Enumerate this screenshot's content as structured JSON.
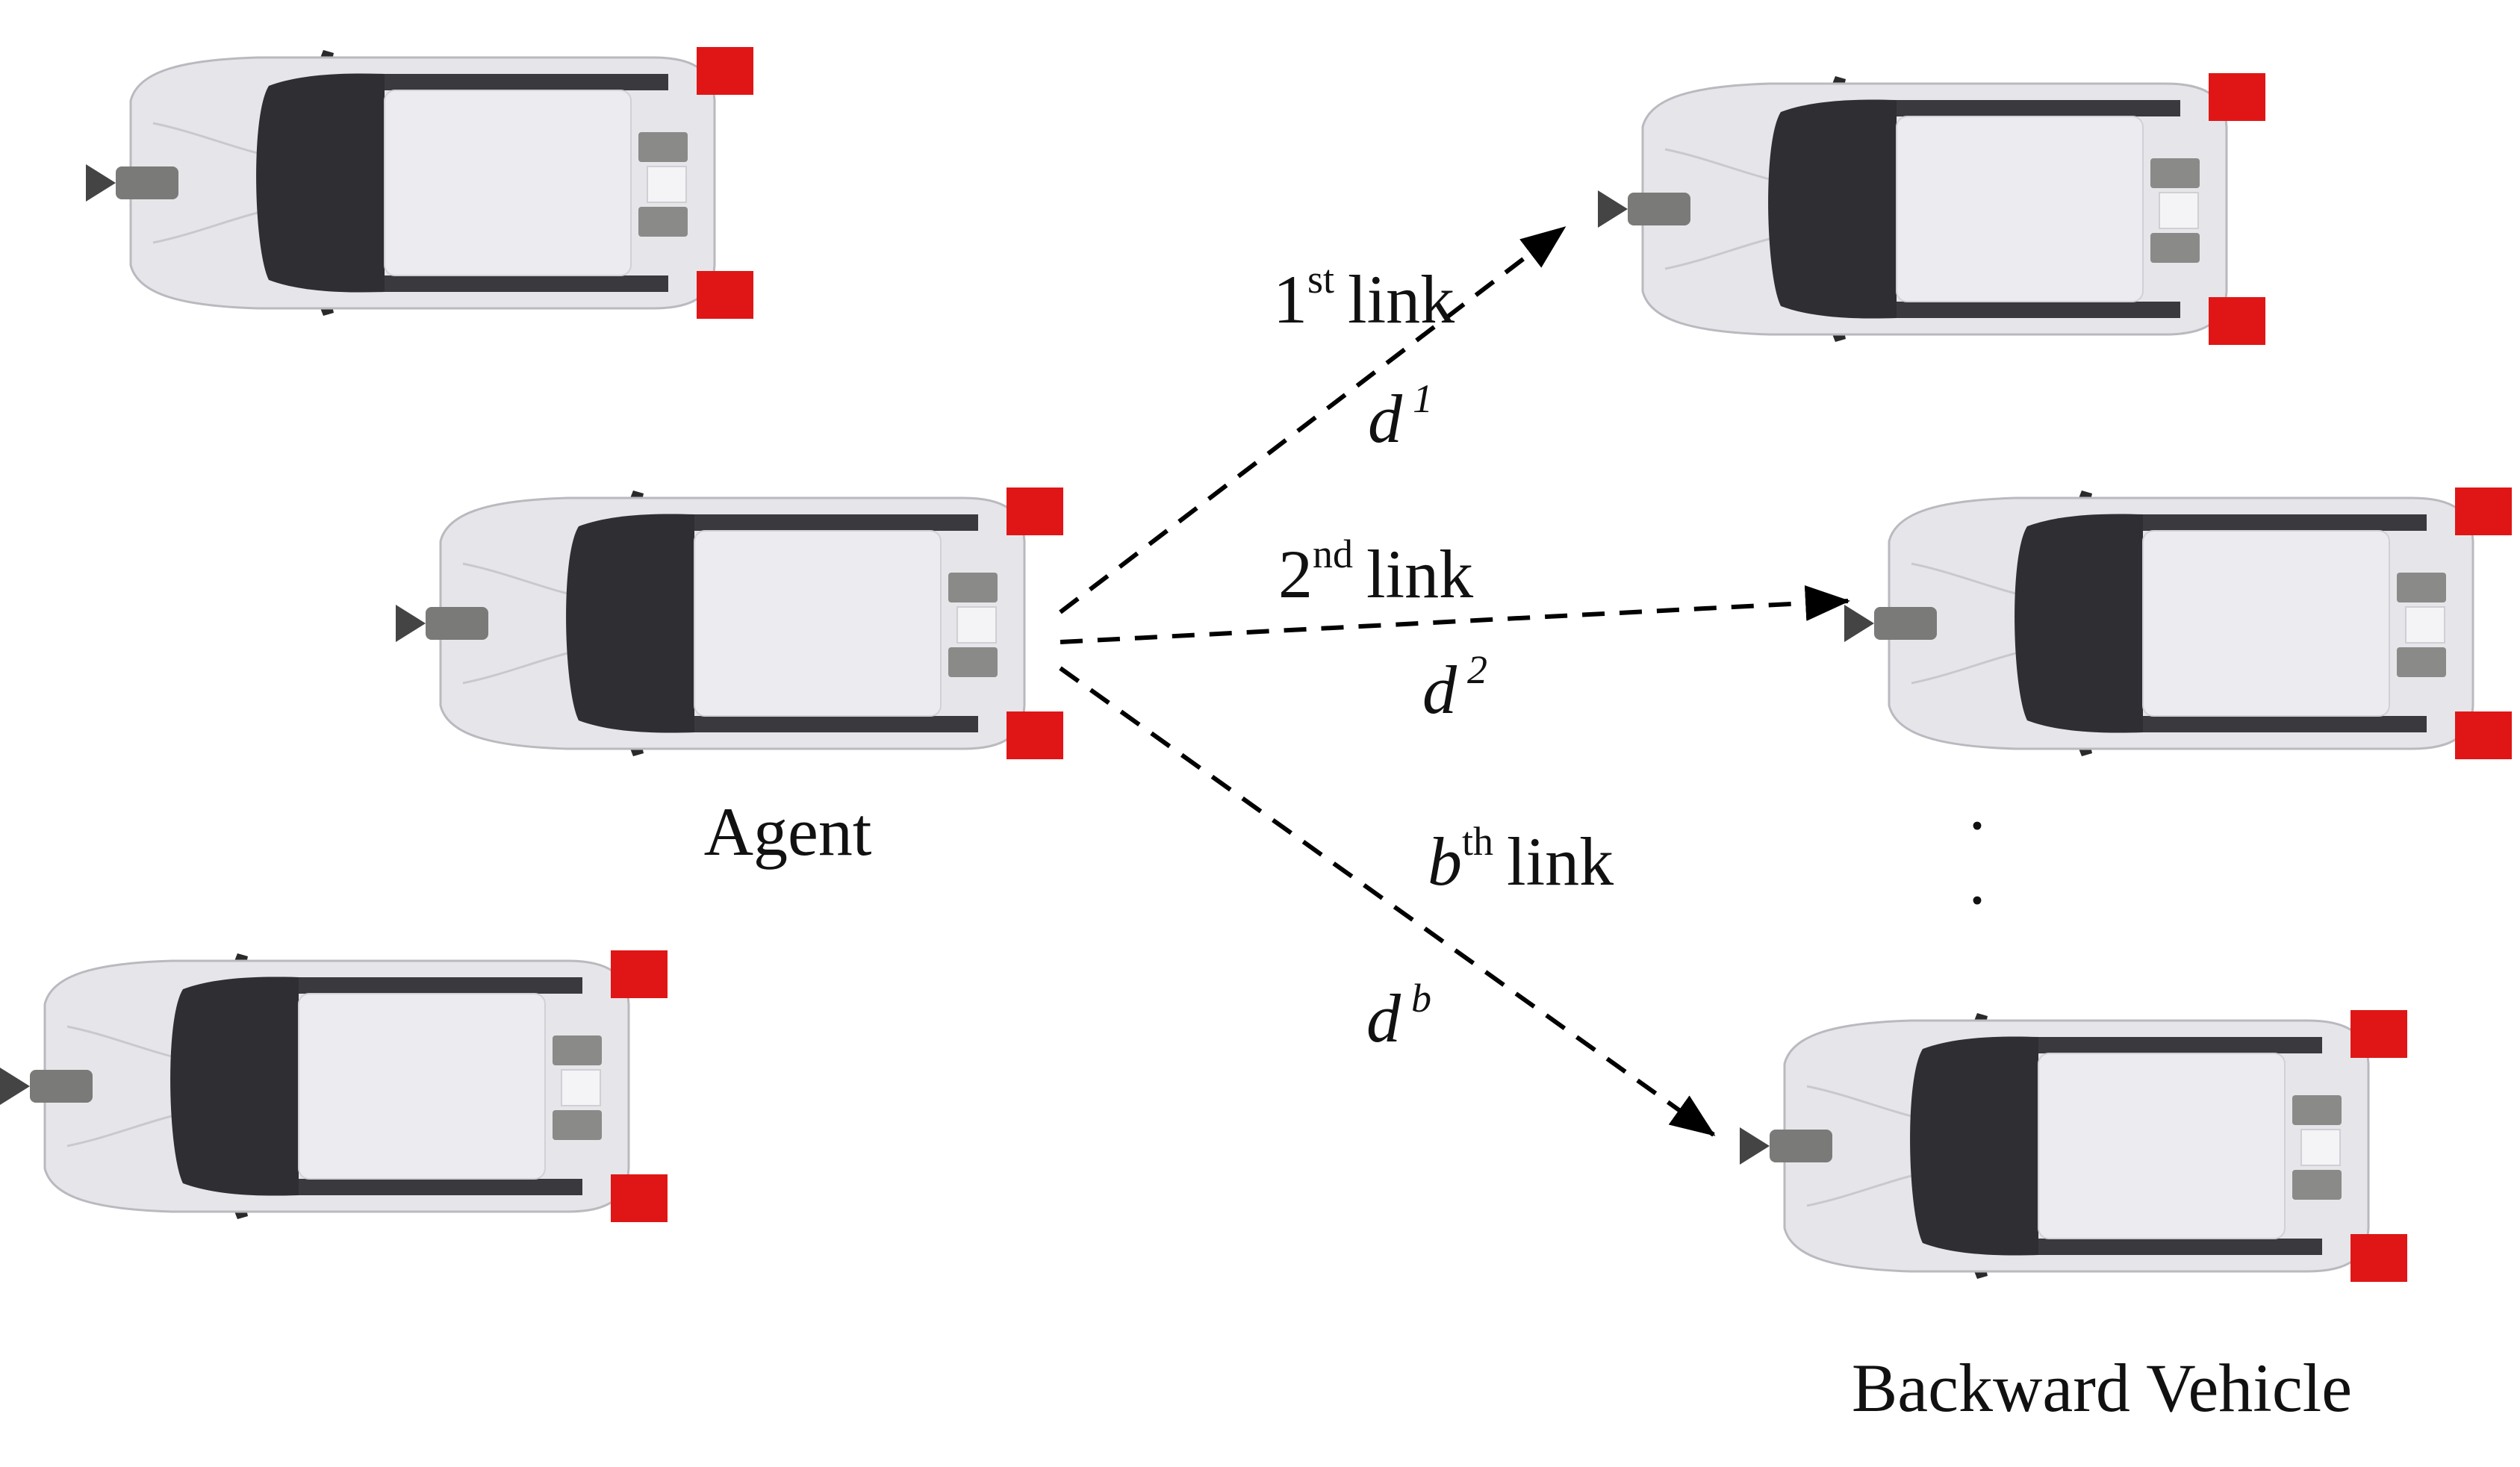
{
  "diagram": {
    "agent_label": "Agent",
    "backward_label": "Backward Vehicle",
    "links": [
      {
        "num": "1",
        "suffix": "st",
        "word": "link",
        "dist": "d",
        "dist_sup": "1"
      },
      {
        "num": "2",
        "suffix": "nd",
        "word": "link",
        "dist": "d",
        "dist_sup": "2"
      },
      {
        "num": "b",
        "suffix": "th",
        "word": "link",
        "dist": "d",
        "dist_sup": "b"
      }
    ],
    "ellipsis": ". .",
    "colors": {
      "body": "#e6e6ea",
      "glass": "#2f2f33",
      "roof": "#ececf0",
      "light": "#e01616",
      "hitch": "#7a7a78",
      "arrow": "#000000"
    }
  }
}
